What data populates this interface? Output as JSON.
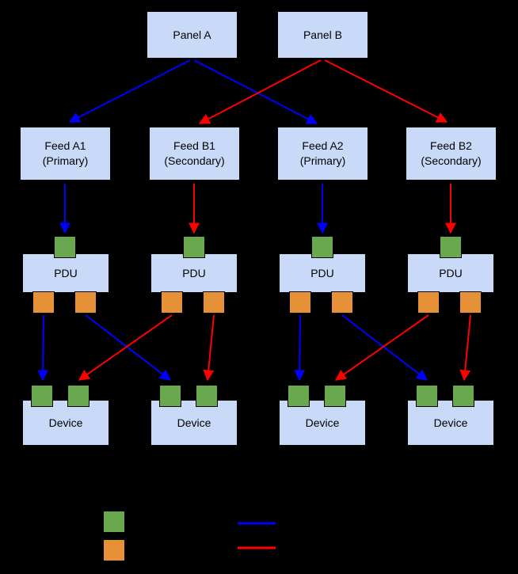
{
  "colors": {
    "bg": "#000000",
    "node_fill": "#c9daf8",
    "node_border": "#000000",
    "green": "#6aa84f",
    "orange": "#e69138",
    "blue": "#0000ff",
    "red": "#ff0000"
  },
  "panels": [
    {
      "label": "Panel A"
    },
    {
      "label": "Panel B"
    }
  ],
  "feeds": [
    {
      "line1": "Feed A1",
      "line2": "(Primary)"
    },
    {
      "line1": "Feed B1",
      "line2": "(Secondary)"
    },
    {
      "line1": "Feed A2",
      "line2": "(Primary)"
    },
    {
      "line1": "Feed B2",
      "line2": "(Secondary)"
    }
  ],
  "pdus": [
    {
      "label": "PDU"
    },
    {
      "label": "PDU"
    },
    {
      "label": "PDU"
    },
    {
      "label": "PDU"
    }
  ],
  "devices": [
    {
      "label": "Device"
    },
    {
      "label": "Device"
    },
    {
      "label": "Device"
    },
    {
      "label": "Device"
    }
  ],
  "legend": {
    "swatches": [
      {
        "name": "green-port-swatch",
        "color": "#6aa84f"
      },
      {
        "name": "orange-port-swatch",
        "color": "#e69138"
      }
    ],
    "lines": [
      {
        "name": "blue-path-sample",
        "color": "#0000ff"
      },
      {
        "name": "red-path-sample",
        "color": "#ff0000"
      }
    ]
  }
}
